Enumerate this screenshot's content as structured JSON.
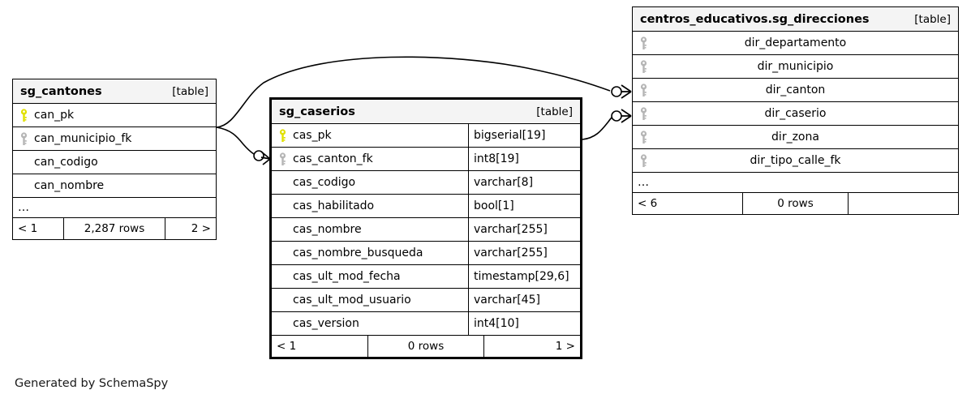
{
  "diagram": {
    "generator_caption": "Generated by SchemaSpy",
    "table_tag": "[table]",
    "ellipsis": "…",
    "colors": {
      "pk_key": "#e0e000",
      "fk_key": "#b5b5b5",
      "header_bg": "#f4f4f4",
      "border": "#000000",
      "edge": "#000000"
    }
  },
  "tables": [
    {
      "id": "sg_cantones",
      "name": "sg_cantones",
      "tag": "[table]",
      "focal": false,
      "has_type_column": false,
      "names_centered": false,
      "columns": [
        {
          "name": "can_pk",
          "key": "pk",
          "type": ""
        },
        {
          "name": "can_municipio_fk",
          "key": "fk",
          "type": ""
        },
        {
          "name": "can_codigo",
          "key": "none",
          "type": ""
        },
        {
          "name": "can_nombre",
          "key": "none",
          "type": ""
        }
      ],
      "truncated": true,
      "footer": {
        "prev": "< 1",
        "rows": "2,287 rows",
        "next": "2 >"
      }
    },
    {
      "id": "sg_caserios",
      "name": "sg_caserios",
      "tag": "[table]",
      "focal": true,
      "has_type_column": true,
      "names_centered": false,
      "columns": [
        {
          "name": "cas_pk",
          "key": "pk",
          "type": "bigserial[19]"
        },
        {
          "name": "cas_canton_fk",
          "key": "fk",
          "type": "int8[19]"
        },
        {
          "name": "cas_codigo",
          "key": "none",
          "type": "varchar[8]"
        },
        {
          "name": "cas_habilitado",
          "key": "none",
          "type": "bool[1]"
        },
        {
          "name": "cas_nombre",
          "key": "none",
          "type": "varchar[255]"
        },
        {
          "name": "cas_nombre_busqueda",
          "key": "none",
          "type": "varchar[255]"
        },
        {
          "name": "cas_ult_mod_fecha",
          "key": "none",
          "type": "timestamp[29,6]"
        },
        {
          "name": "cas_ult_mod_usuario",
          "key": "none",
          "type": "varchar[45]"
        },
        {
          "name": "cas_version",
          "key": "none",
          "type": "int4[10]"
        }
      ],
      "truncated": false,
      "footer": {
        "prev": "< 1",
        "rows": "0 rows",
        "next": "1 >"
      }
    },
    {
      "id": "sg_direcciones",
      "name": "centros_educativos.sg_direcciones",
      "tag": "[table]",
      "focal": false,
      "has_type_column": false,
      "names_centered": true,
      "columns": [
        {
          "name": "dir_departamento",
          "key": "fk",
          "type": ""
        },
        {
          "name": "dir_municipio",
          "key": "fk",
          "type": ""
        },
        {
          "name": "dir_canton",
          "key": "fk",
          "type": ""
        },
        {
          "name": "dir_caserio",
          "key": "fk",
          "type": ""
        },
        {
          "name": "dir_zona",
          "key": "fk",
          "type": ""
        },
        {
          "name": "dir_tipo_calle_fk",
          "key": "fk",
          "type": ""
        }
      ],
      "truncated": true,
      "footer": {
        "prev": "< 6",
        "rows": "0 rows",
        "next": ""
      }
    }
  ],
  "relationships": [
    {
      "id": "rel-cantones-direcciones",
      "from_table": "sg_cantones",
      "from_column": "can_pk",
      "to_table": "centros_educativos.sg_direcciones",
      "to_column": "dir_canton"
    },
    {
      "id": "rel-cantones-caserios",
      "from_table": "sg_cantones",
      "from_column": "can_pk",
      "to_table": "sg_caserios",
      "to_column": "cas_canton_fk"
    },
    {
      "id": "rel-caserios-direcciones",
      "from_table": "sg_caserios",
      "from_column": "cas_pk",
      "to_table": "centros_educativos.sg_direcciones",
      "to_column": "dir_caserio"
    }
  ]
}
